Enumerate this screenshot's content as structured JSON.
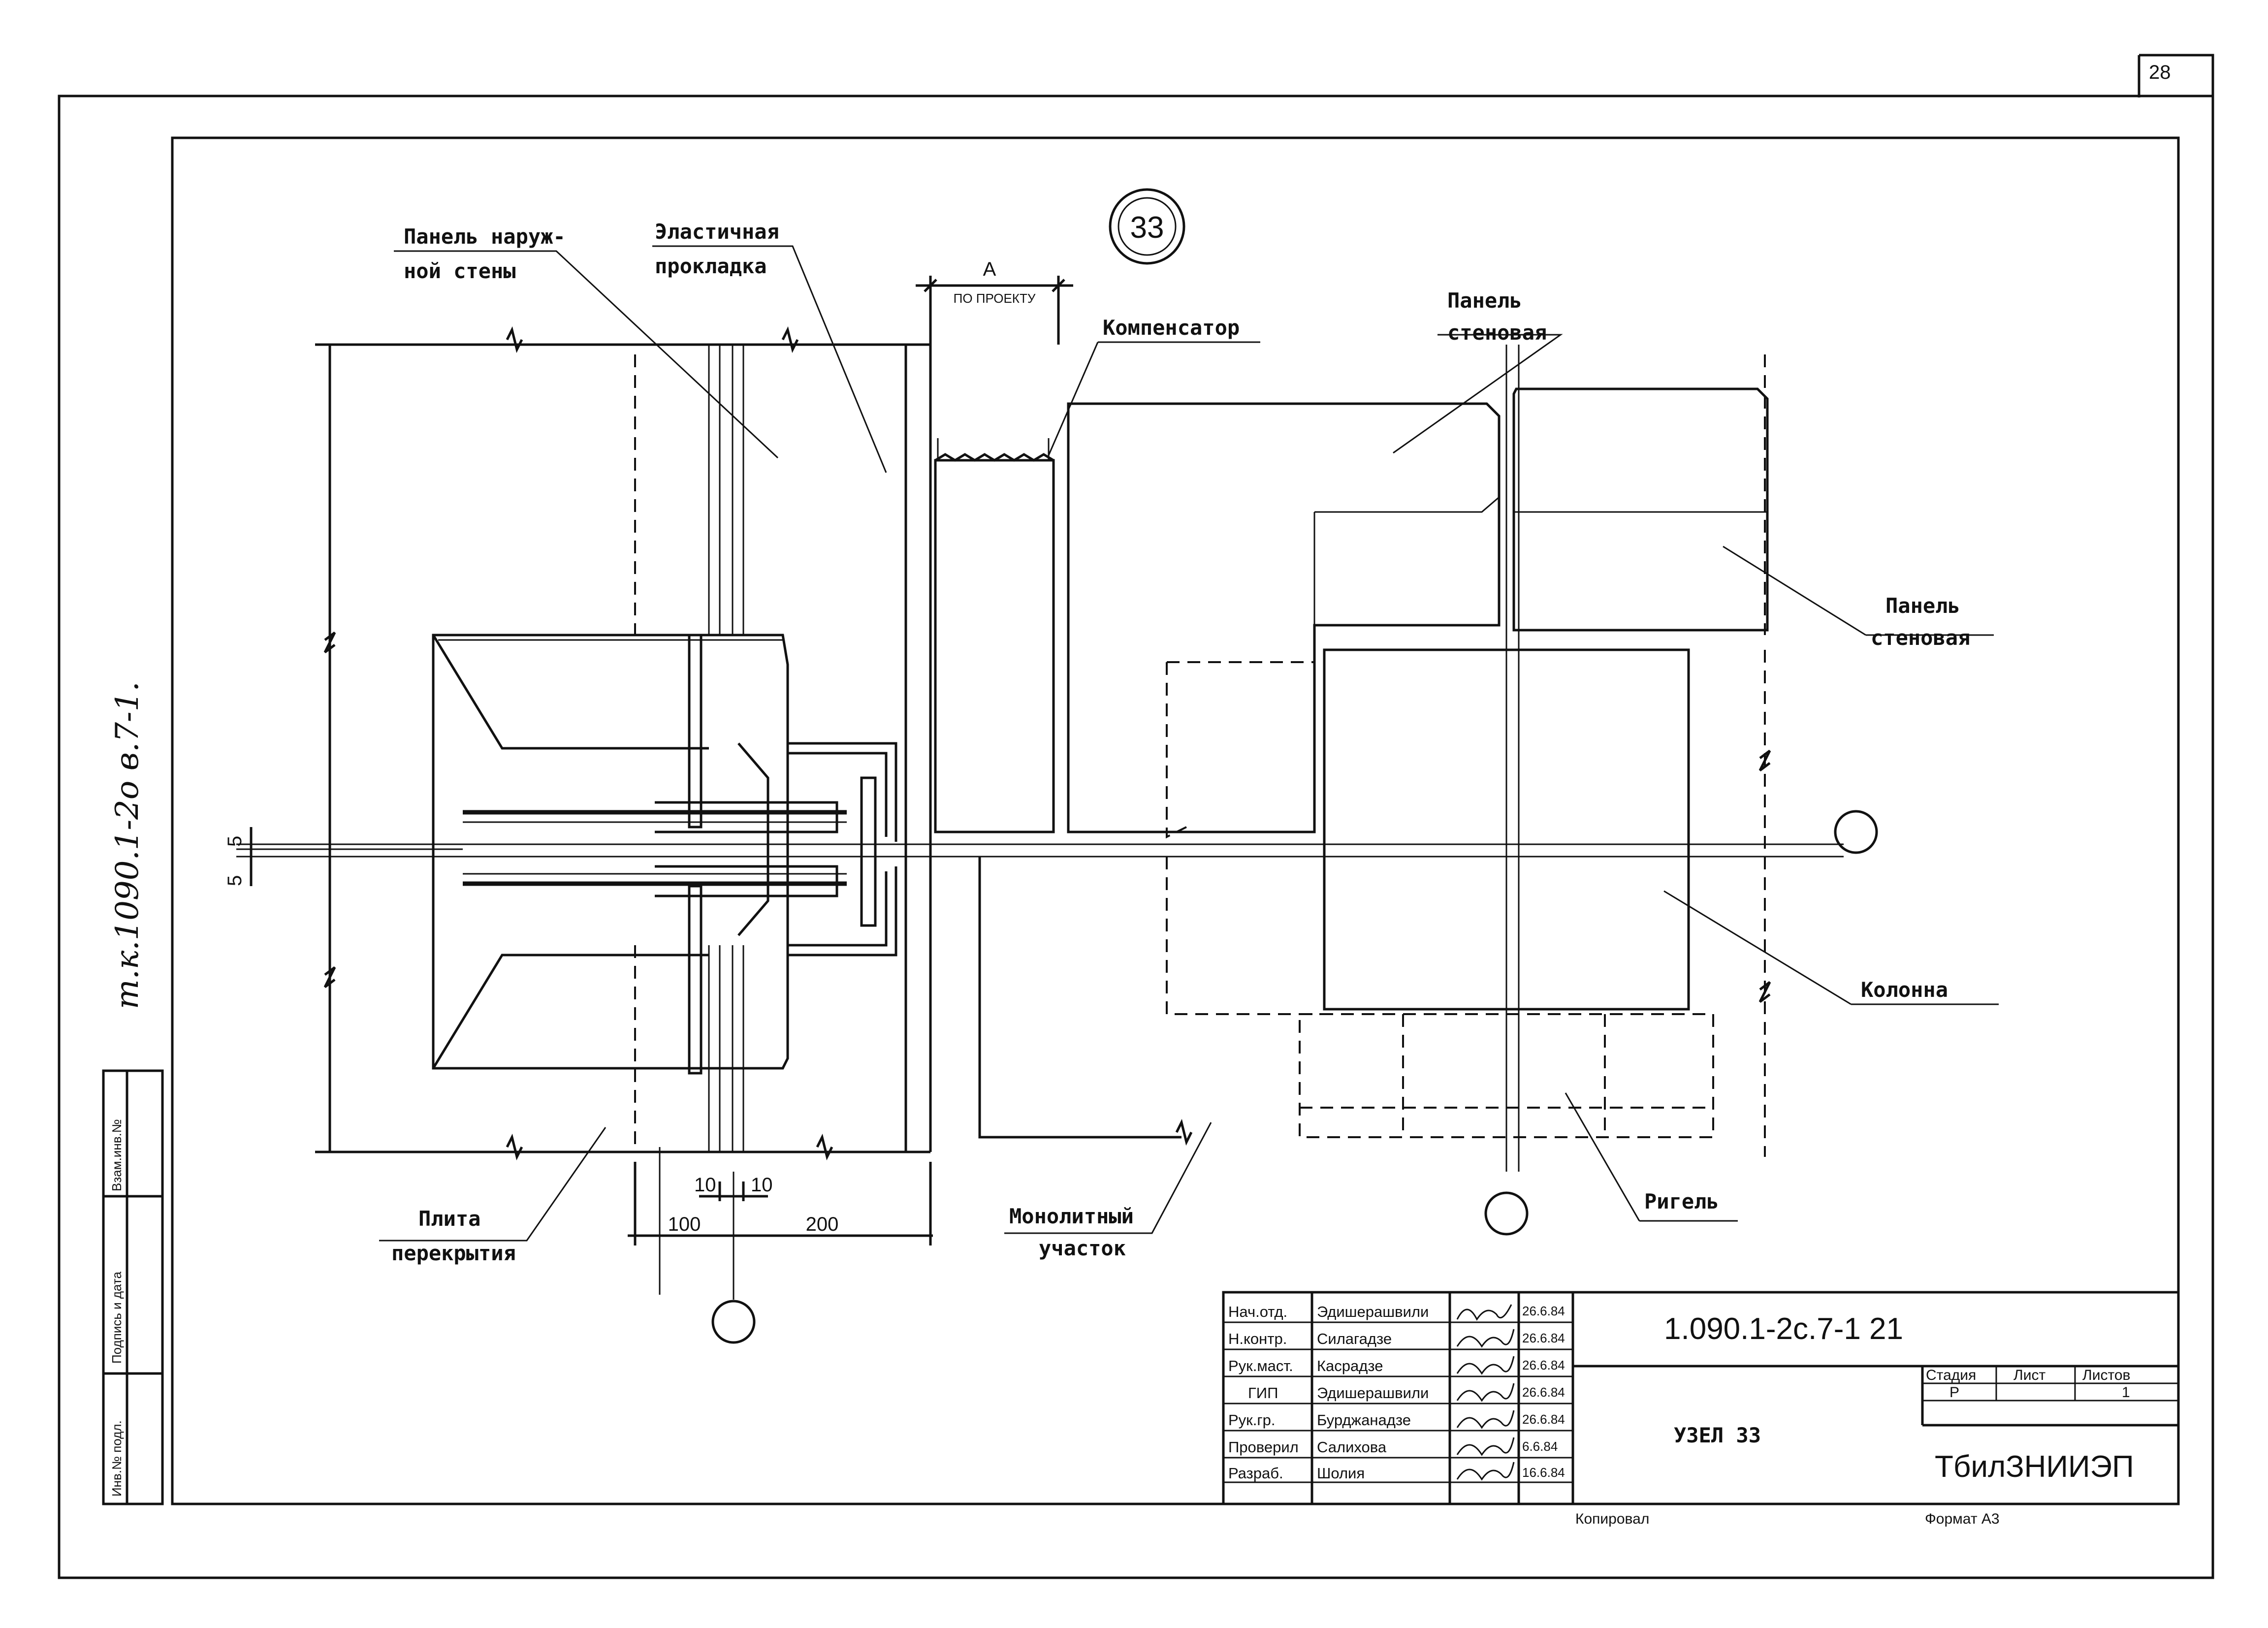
{
  "sheet_number": "28",
  "node_marker": "33",
  "labels": {
    "outer_wall_panel_1": "Панель наруж-",
    "outer_wall_panel_2": "ной стены",
    "elastic_gasket_1": "Эластичная",
    "elastic_gasket_2": "прокладка",
    "dim_a": "А",
    "dim_a_note": "ПО ПРОЕКТУ",
    "compensator": "Компенсатор",
    "wall_panel_top_1": "Панель",
    "wall_panel_top_2": "стеновая",
    "wall_panel_right_1": "Панель",
    "wall_panel_right_2": "стеновая",
    "column": "Колонна",
    "crossbar": "Ригель",
    "monolith_1": "Монолитный",
    "monolith_2": "участок",
    "slab_1": "Плита",
    "slab_2": "перекрытия"
  },
  "dimensions": {
    "gap_left": "5",
    "gap_right": "5",
    "ten_left": "10",
    "ten_right": "10",
    "span_100": "100",
    "span_200": "200"
  },
  "side_stamp": {
    "handwritten": "т.к.1090.1-2о  в.7-1.",
    "cells": [
      "Инв.№ подл.",
      "Подпись и дата",
      "Взам.инв.№"
    ]
  },
  "title_block": {
    "rows": [
      {
        "role": "Нач.отд.",
        "name": "Эдишерашвили",
        "date": "26.6.84"
      },
      {
        "role": "Н.контр.",
        "name": "Силагадзе",
        "date": "26.6.84"
      },
      {
        "role": "Рук.маст.",
        "name": "Касрадзе",
        "date": "26.6.84"
      },
      {
        "role": "ГИП",
        "name": "Эдишерашвили",
        "date": "26.6.84"
      },
      {
        "role": "Рук.гр.",
        "name": "Бурджанадзе",
        "date": "26.6.84"
      },
      {
        "role": "Проверил",
        "name": "Салихова",
        "date": "6.6.84"
      },
      {
        "role": "Разраб.",
        "name": "Шолия",
        "date": "16.6.84"
      }
    ],
    "designation": "1.090.1-2с.7-1   21",
    "node_title": "УЗЕЛ 33",
    "stage_label": "Стадия",
    "sheet_label": "Лист",
    "sheets_label": "Листов",
    "stage_value": "Р",
    "sheets_value": "1",
    "organization": "ТбилЗНИИЭП",
    "copied": "Копировал",
    "format": "Формат А3"
  }
}
